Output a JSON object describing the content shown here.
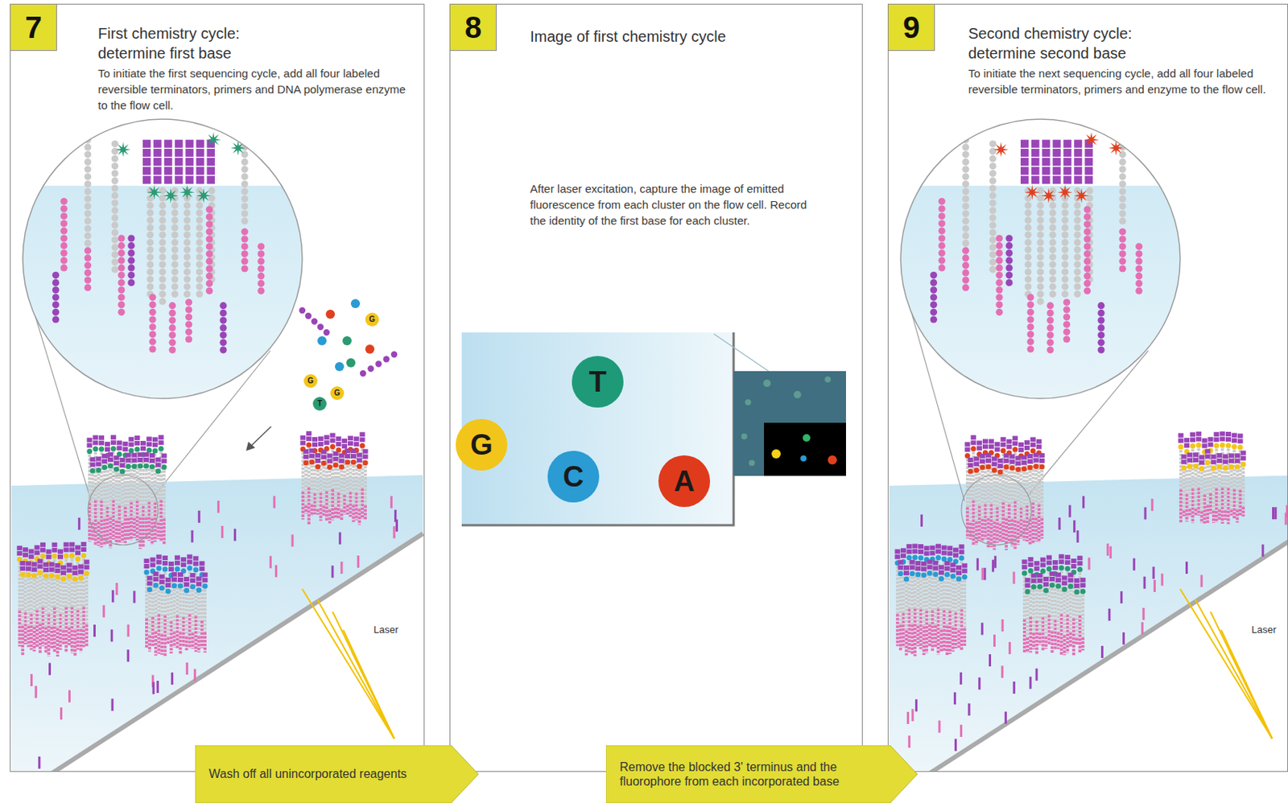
{
  "diagram": {
    "nodes": [
      {
        "text": [
          "First chemistry cycle: determine first base",
          "To initiate the first sequencing cycle, add all four labeled reversible terminators, primers and DNA polymerase enzyme to the flow cell."
        ]
      },
      {
        "text": [
          "7"
        ],
        "in": 0
      },
      {
        "text": [
          "G"
        ],
        "in": 0
      },
      {
        "text": [
          "G"
        ],
        "in": 0
      },
      {
        "text": [
          "G"
        ],
        "in": 0
      },
      {
        "text": [
          "T"
        ],
        "in": 0
      },
      {
        "text": [
          "Image of first chemistry cycle",
          "After laser excitation, capture the image of emitted fluorescence from each cluster on the flow cell. Record the identity of the first base for each cluster."
        ]
      },
      {
        "text": [
          "8"
        ],
        "in": 6
      },
      {
        "text": [
          "T"
        ],
        "in": 6
      },
      {
        "text": [
          "G"
        ],
        "in": 6
      },
      {
        "text": [
          "C"
        ],
        "in": 6
      },
      {
        "text": [
          "A"
        ],
        "in": 6
      },
      {
        "text": [
          "Second chemistry cycle: determine second base",
          "To initiate the next sequencing cycle, add all four labeled reversible terminators, primers and enzyme to the flow cell."
        ]
      },
      {
        "text": [
          "9"
        ],
        "in": 12
      },
      {
        "text": [
          "Wash off all unincorporated reagents"
        ]
      },
      {
        "text": [
          "Remove the blocked 3' terminus and the fluorophore from each incorporated base"
        ]
      }
    ],
    "labels": [
      "Laser",
      "Laser"
    ]
  }
}
